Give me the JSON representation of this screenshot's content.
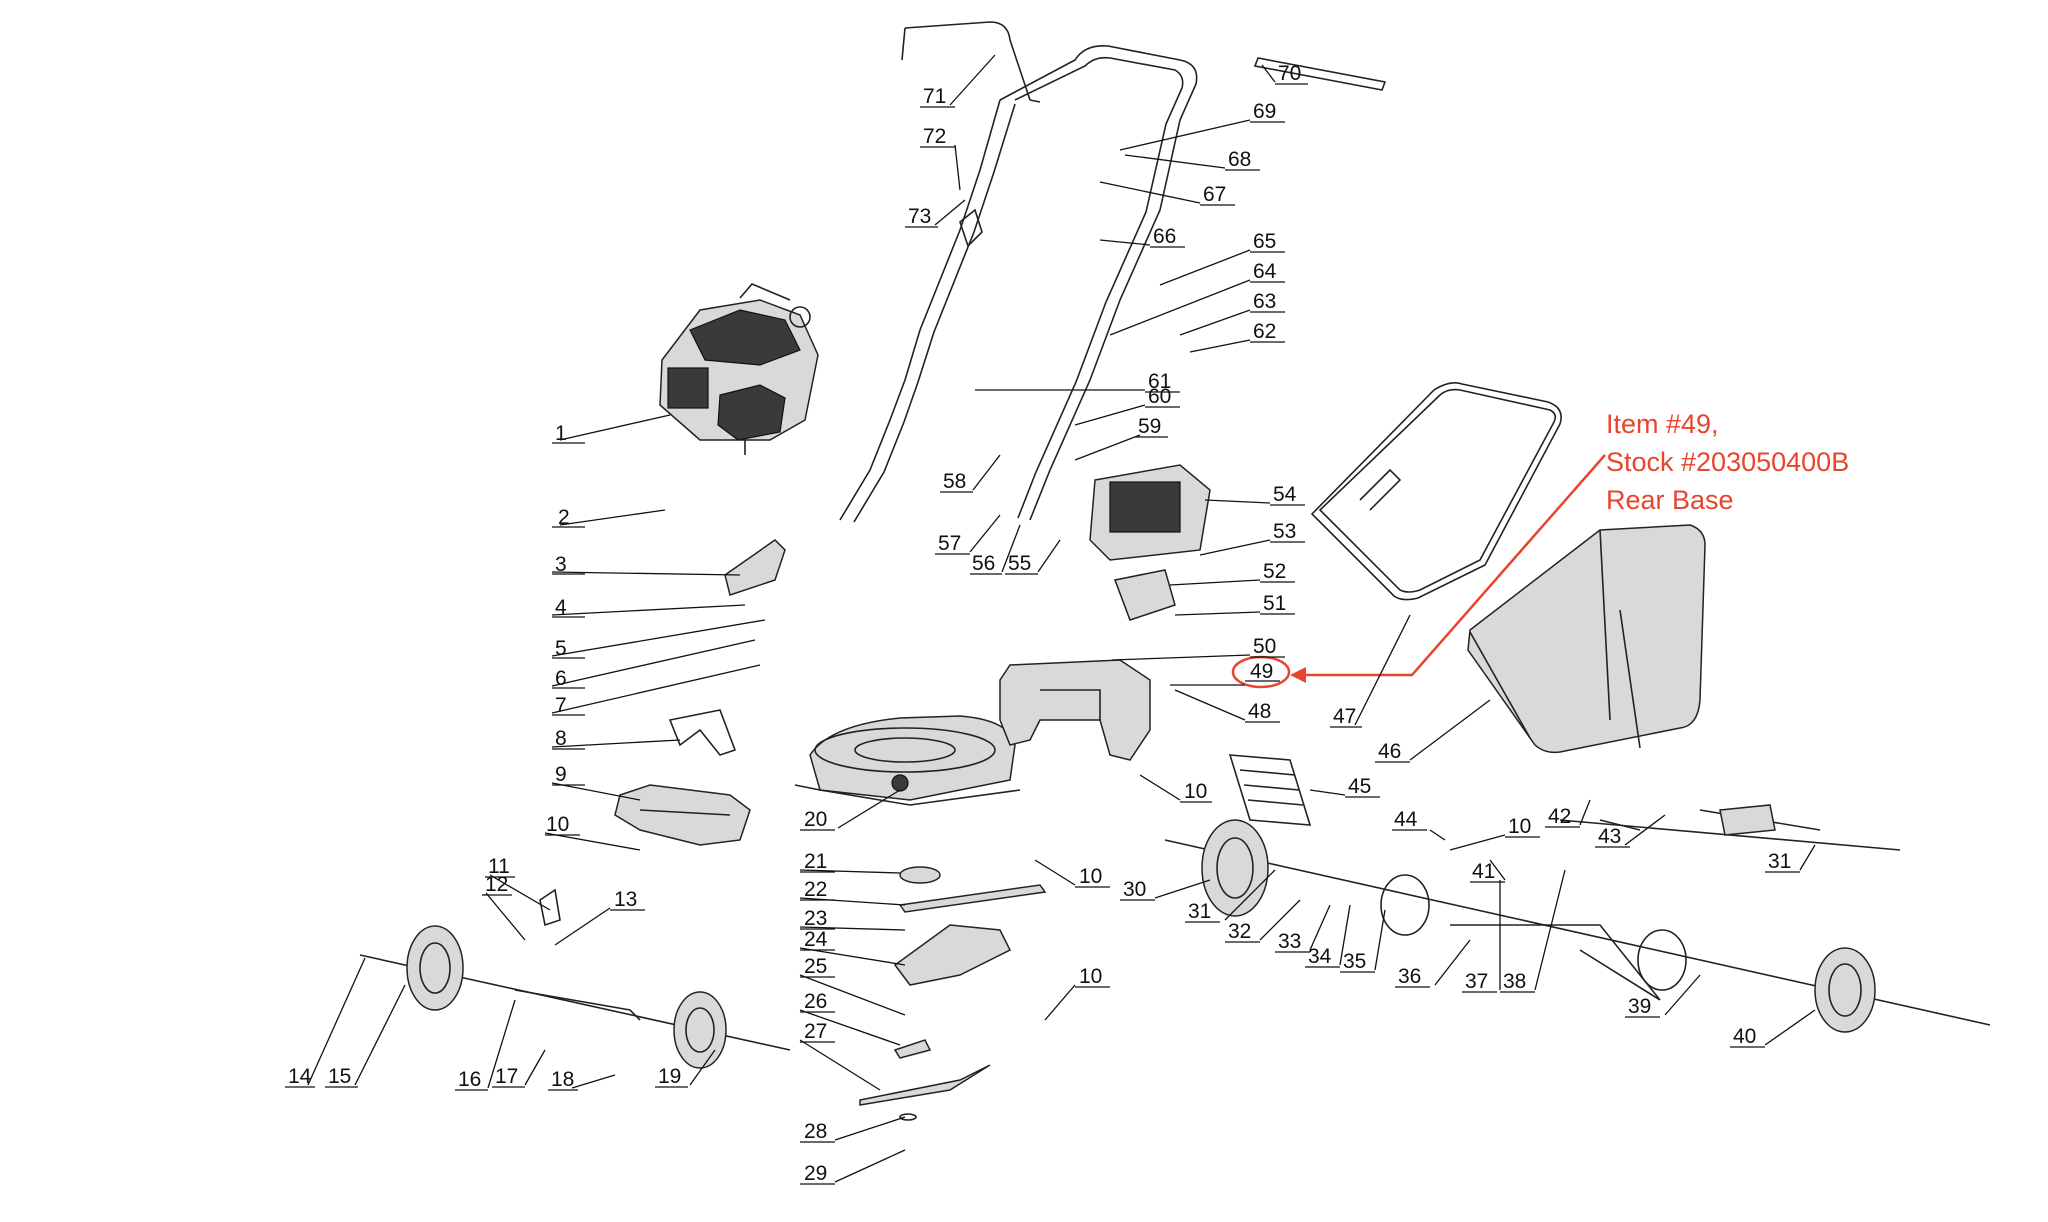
{
  "annotation": {
    "line1": "Item #49,",
    "line2": "Stock #203050400B",
    "line3": "Rear Base",
    "color": "#e8452c",
    "highlighted_item": "49"
  },
  "parts": {
    "p1": "1",
    "p2": "2",
    "p3": "3",
    "p4": "4",
    "p5": "5",
    "p6": "6",
    "p7": "7",
    "p8": "8",
    "p9": "9",
    "p10": "10",
    "p11": "11",
    "p12": "12",
    "p13": "13",
    "p14": "14",
    "p15": "15",
    "p16": "16",
    "p17": "17",
    "p18": "18",
    "p19": "19",
    "p20": "20",
    "p21": "21",
    "p22": "22",
    "p23": "23",
    "p24": "24",
    "p25": "25",
    "p26": "26",
    "p27": "27",
    "p28": "28",
    "p29": "29",
    "p30": "30",
    "p31": "31",
    "p32": "32",
    "p33": "33",
    "p34": "34",
    "p35": "35",
    "p36": "36",
    "p37": "37",
    "p38": "38",
    "p39": "39",
    "p40": "40",
    "p41": "41",
    "p42": "42",
    "p43": "43",
    "p44": "44",
    "p45": "45",
    "p46": "46",
    "p47": "47",
    "p48": "48",
    "p49": "49",
    "p50": "50",
    "p51": "51",
    "p52": "52",
    "p53": "53",
    "p54": "54",
    "p55": "55",
    "p56": "56",
    "p57": "57",
    "p58": "58",
    "p59": "59",
    "p60": "60",
    "p61": "61",
    "p62": "62",
    "p63": "63",
    "p64": "64",
    "p65": "65",
    "p66": "66",
    "p67": "67",
    "p68": "68",
    "p69": "69",
    "p70": "70",
    "p71": "71",
    "p72": "72",
    "p73": "73"
  }
}
